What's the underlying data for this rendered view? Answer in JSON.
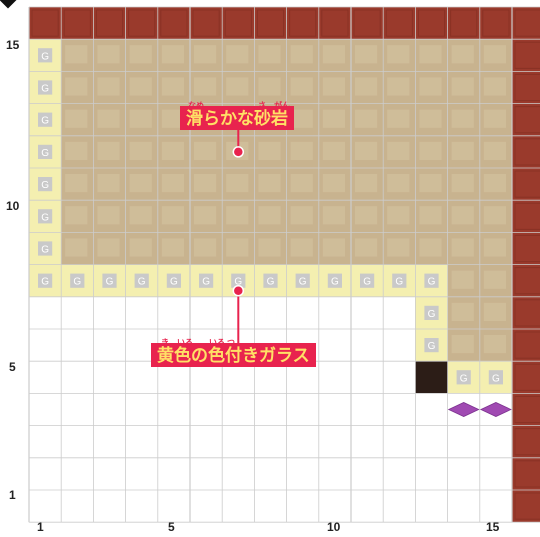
{
  "axes": {
    "x_ticks": [
      "1",
      "5",
      "10",
      "15"
    ],
    "y_ticks": [
      "15",
      "10",
      "5",
      "1"
    ]
  },
  "grid": {
    "columns": 16,
    "rows": 16
  },
  "tile_letter": "G",
  "labels": {
    "sandstone": {
      "text": "滑らかな砂岩",
      "ruby": [
        "なめ",
        "さ",
        "がん"
      ]
    },
    "glass": {
      "text": "黄色の色付きガラス",
      "ruby": [
        "き",
        "いろ",
        "いろ",
        "つ"
      ]
    }
  },
  "colors": {
    "brick": "#9a3a2c",
    "sandstone": "#c8b38f",
    "glass": "#f4efb0",
    "glass_inner": "#c9c9c9",
    "dark_block": "#2c1d17",
    "diamond": "#a04ab2",
    "callout_bg": "#e8234e",
    "callout_text": "#ffe066",
    "grid_line": "#cccccc"
  },
  "icons": [
    "purple-diamond-icon",
    "dark-block-icon",
    "corner-marker-icon"
  ]
}
